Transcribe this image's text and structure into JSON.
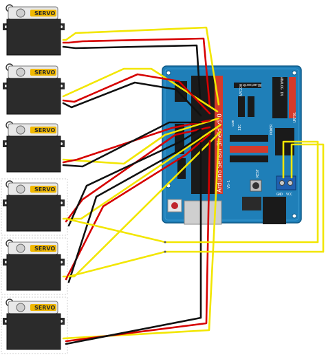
{
  "shield": {
    "name": "Arduino Sensor Shield v5.0",
    "bluetooth": "Bluetooth",
    "apc": "APC220",
    "urf": "URF01",
    "com": "com",
    "iic": "IIC",
    "rest": "REST",
    "power": "POWER",
    "gnd_label": "GND",
    "vcc_label": "VCC",
    "ver": "V5-1",
    "analog_in": "ANALOG IN"
  },
  "servos": [
    {
      "label": "SERVO"
    },
    {
      "label": "SERVO"
    },
    {
      "label": "SERVO"
    },
    {
      "label": "SERVO"
    },
    {
      "label": "SERVO"
    },
    {
      "label": "SERVO"
    }
  ],
  "colors": {
    "signal": "#f2e600",
    "power": "#d60000",
    "ground": "#111111",
    "board": "#1f7fb8",
    "servo_body": "#2b2b2b",
    "servo_cap": "#e8e8e8",
    "servo_label": "#f0b800"
  }
}
